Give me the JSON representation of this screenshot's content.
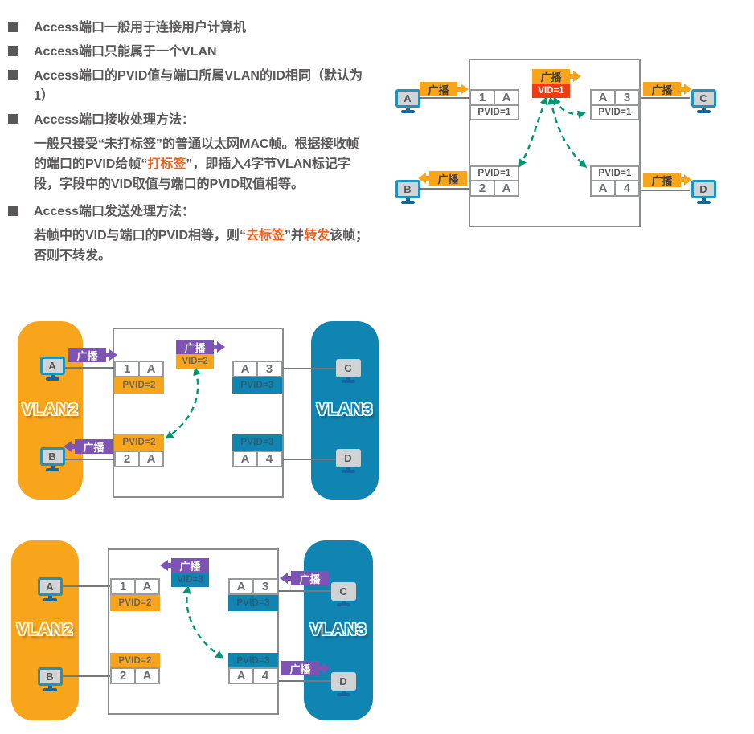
{
  "colors": {
    "orange": "#F9A51B",
    "red": "#EE3E11",
    "purple": "#7D53B4",
    "teal": "#1185B2",
    "green_arrow": "#009670",
    "text_gray": "#595757",
    "highlight_orange": "#F4611E"
  },
  "notes": {
    "bullets": {
      "b1": "Access端口一般用于连接用户计算机",
      "b2": "Access端口只能属于一个VLAN",
      "b3": "Access端口的PVID值与端口所属VLAN的ID相同（默认为1）",
      "b4": "Access端口接收处理方法：",
      "b5": "Access端口发送处理方法："
    },
    "recv_para": {
      "part1": "一般只接受“未打标签”的普通以太网MAC帧。根据接收帧的端口的PVID给帧“",
      "hl1": "打标签",
      "part2": "”，即插入4字节VLAN标记字段，字段中的VID取值与端口的PVID取值相等。"
    },
    "send_para": {
      "part1": "若帧中的VID与端口的PVID相等，则“",
      "hl1": "去标签",
      "part2": "”并",
      "hl2": "转发",
      "part3": "该帧；否则不转发。"
    }
  },
  "diagram1": {
    "tag": {
      "bcast": "广播",
      "vid": "VID=1"
    },
    "ports": {
      "p1": {
        "c1": "1",
        "c2": "A",
        "pvid": "PVID=1"
      },
      "p3": {
        "c1": "A",
        "c2": "3",
        "pvid": "PVID=1"
      },
      "p2": {
        "c1": "2",
        "c2": "A",
        "pvid": "PVID=1"
      },
      "p4": {
        "c1": "A",
        "c2": "4",
        "pvid": "PVID=1"
      }
    },
    "hosts": {
      "a": "A",
      "b": "B",
      "c": "C",
      "d": "D"
    },
    "labels": {
      "a": "广播",
      "b": "广播",
      "c": "广播",
      "d": "广播"
    }
  },
  "diagram2": {
    "vlan_left": "VLAN2",
    "vlan_right": "VLAN3",
    "tag": {
      "bcast": "广播",
      "vid": "VID=2"
    },
    "ports": {
      "p1": {
        "c1": "1",
        "c2": "A",
        "pvid": "PVID=2"
      },
      "p3": {
        "c1": "A",
        "c2": "3",
        "pvid": "PVID=3"
      },
      "p2": {
        "c1": "2",
        "c2": "A",
        "pvid": "PVID=2"
      },
      "p4": {
        "c1": "A",
        "c2": "4",
        "pvid": "PVID=3"
      }
    },
    "hosts": {
      "a": "A",
      "b": "B",
      "c": "C",
      "d": "D"
    },
    "labels": {
      "a": "广播",
      "b": "广播"
    }
  },
  "diagram3": {
    "vlan_left": "VLAN2",
    "vlan_right": "VLAN3",
    "tag": {
      "bcast": "广播",
      "vid": "VID=3"
    },
    "ports": {
      "p1": {
        "c1": "1",
        "c2": "A",
        "pvid": "PVID=2"
      },
      "p3": {
        "c1": "A",
        "c2": "3",
        "pvid": "PVID=3"
      },
      "p2": {
        "c1": "2",
        "c2": "A",
        "pvid": "PVID=2"
      },
      "p4": {
        "c1": "A",
        "c2": "4",
        "pvid": "PVID=3"
      }
    },
    "hosts": {
      "a": "A",
      "b": "B",
      "c": "C",
      "d": "D"
    },
    "labels": {
      "c": "广播",
      "d": "广播"
    }
  }
}
